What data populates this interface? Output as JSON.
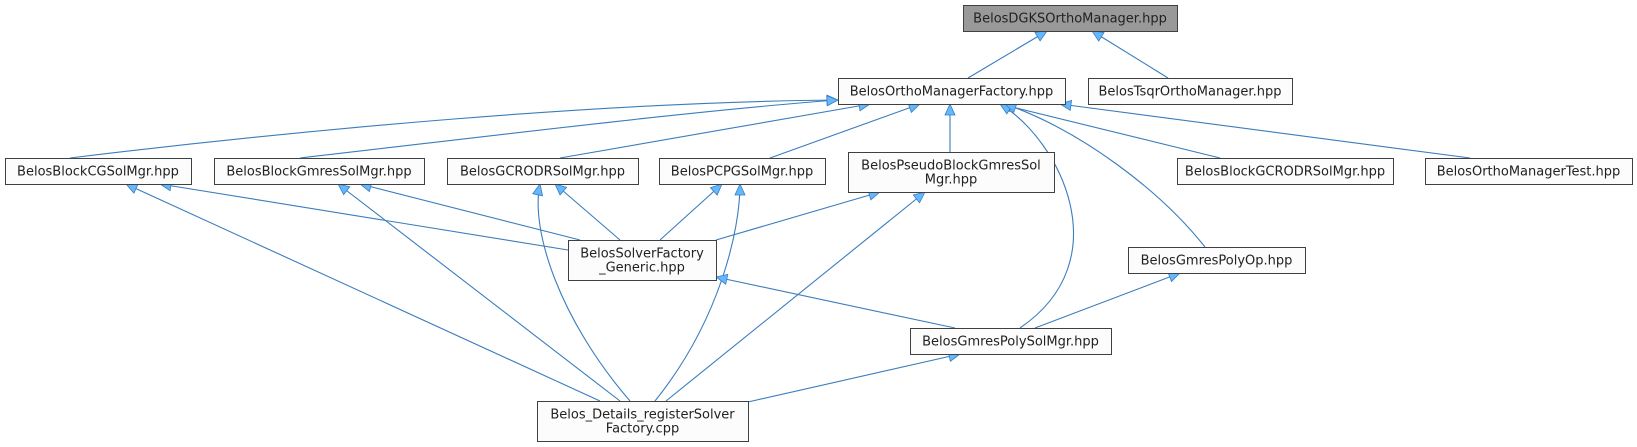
{
  "diagram": {
    "type": "include-dependency-graph",
    "nodes": [
      {
        "id": "dgks",
        "lines": [
          "BelosDGKSOrthoManager.hpp"
        ],
        "root": true
      },
      {
        "id": "omf",
        "lines": [
          "BelosOrthoManagerFactory.hpp"
        ]
      },
      {
        "id": "tsqr",
        "lines": [
          "BelosTsqrOrthoManager.hpp"
        ]
      },
      {
        "id": "bcg",
        "lines": [
          "BelosBlockCGSolMgr.hpp"
        ]
      },
      {
        "id": "bgmres",
        "lines": [
          "BelosBlockGmresSolMgr.hpp"
        ]
      },
      {
        "id": "gcrodr",
        "lines": [
          "BelosGCRODRSolMgr.hpp"
        ]
      },
      {
        "id": "pcpg",
        "lines": [
          "BelosPCPGSolMgr.hpp"
        ]
      },
      {
        "id": "pbgmres",
        "lines": [
          "BelosPseudoBlockGmresSol",
          "Mgr.hpp"
        ]
      },
      {
        "id": "bgcrodr",
        "lines": [
          "BelosBlockGCRODRSolMgr.hpp"
        ]
      },
      {
        "id": "omtest",
        "lines": [
          "BelosOrthoManagerTest.hpp"
        ]
      },
      {
        "id": "sfg",
        "lines": [
          "BelosSolverFactory",
          "_Generic.hpp"
        ]
      },
      {
        "id": "gpop",
        "lines": [
          "BelosGmresPolyOp.hpp"
        ]
      },
      {
        "id": "gpsm",
        "lines": [
          "BelosGmresPolySolMgr.hpp"
        ]
      },
      {
        "id": "reg",
        "lines": [
          "Belos_Details_registerSolver",
          "Factory.cpp"
        ]
      }
    ],
    "edges": [
      {
        "from": "omf",
        "to": "dgks"
      },
      {
        "from": "tsqr",
        "to": "dgks"
      },
      {
        "from": "bcg",
        "to": "omf"
      },
      {
        "from": "bgmres",
        "to": "omf"
      },
      {
        "from": "gcrodr",
        "to": "omf"
      },
      {
        "from": "pcpg",
        "to": "omf"
      },
      {
        "from": "pbgmres",
        "to": "omf"
      },
      {
        "from": "bgcrodr",
        "to": "omf"
      },
      {
        "from": "omtest",
        "to": "omf"
      },
      {
        "from": "gpsm",
        "to": "omf"
      },
      {
        "from": "gpop",
        "to": "omf"
      },
      {
        "from": "sfg",
        "to": "bcg"
      },
      {
        "from": "sfg",
        "to": "bgmres"
      },
      {
        "from": "sfg",
        "to": "gcrodr"
      },
      {
        "from": "sfg",
        "to": "pcpg"
      },
      {
        "from": "sfg",
        "to": "pbgmres"
      },
      {
        "from": "reg",
        "to": "bcg"
      },
      {
        "from": "reg",
        "to": "bgmres"
      },
      {
        "from": "reg",
        "to": "gcrodr"
      },
      {
        "from": "reg",
        "to": "pcpg"
      },
      {
        "from": "reg",
        "to": "pbgmres"
      },
      {
        "from": "gpsm",
        "to": "sfg"
      },
      {
        "from": "gpsm",
        "to": "gpop"
      },
      {
        "from": "reg",
        "to": "gpsm"
      }
    ]
  }
}
